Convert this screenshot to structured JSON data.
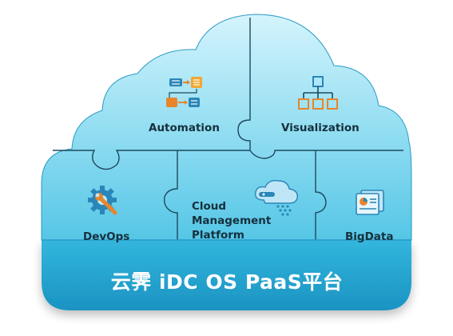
{
  "diagram": {
    "pieces": [
      {
        "id": "automation",
        "label": "Automation",
        "icon": "workflow-icon"
      },
      {
        "id": "visualization",
        "label": "Visualization",
        "icon": "hierarchy-icon"
      },
      {
        "id": "devops",
        "label": "DevOps",
        "icon": "gear-wrench-icon"
      },
      {
        "id": "cloud-management",
        "label_lines": [
          "Cloud",
          "Management",
          "Platform"
        ],
        "icon": "cloud-data-icon"
      },
      {
        "id": "bigdata",
        "label": "BigData",
        "icon": "report-icon"
      }
    ],
    "platform_title": "云霁 iDC OS PaaS平台",
    "colors": {
      "cloud_top": "#c9f0fb",
      "cloud_bottom": "#58c8e8",
      "base_side": "#1fa3cf",
      "seam": "#1d4a5e",
      "label": "#15303d",
      "accent_orange": "#e8852b",
      "accent_blue": "#2a86b8"
    }
  }
}
